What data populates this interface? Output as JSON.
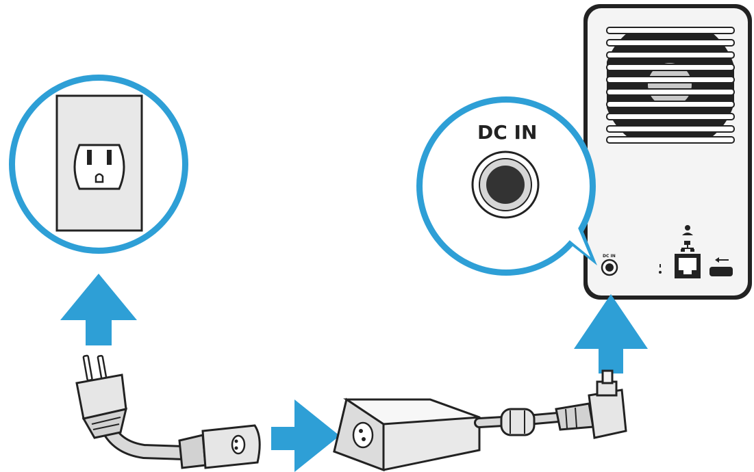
{
  "diagram": {
    "callout_right_label": "DC IN",
    "port_label_small": "DC IN",
    "accent_color": "#2e9fd6",
    "callout_left_subject": "wall-outlet",
    "callout_right_subject": "dc-in-jack",
    "components": [
      "wall-outlet",
      "power-cord-plug",
      "power-cord-c7-connector",
      "ac-adapter",
      "dc-barrel-plug",
      "device-rear-panel",
      "ethernet-port",
      "usb-port",
      "cooling-fan-vent"
    ],
    "arrows": [
      {
        "direction": "up",
        "meaning": "plug-into-outlet"
      },
      {
        "direction": "right",
        "meaning": "connect-cord-to-adapter"
      },
      {
        "direction": "up",
        "meaning": "plug-into-dc-in"
      }
    ]
  }
}
